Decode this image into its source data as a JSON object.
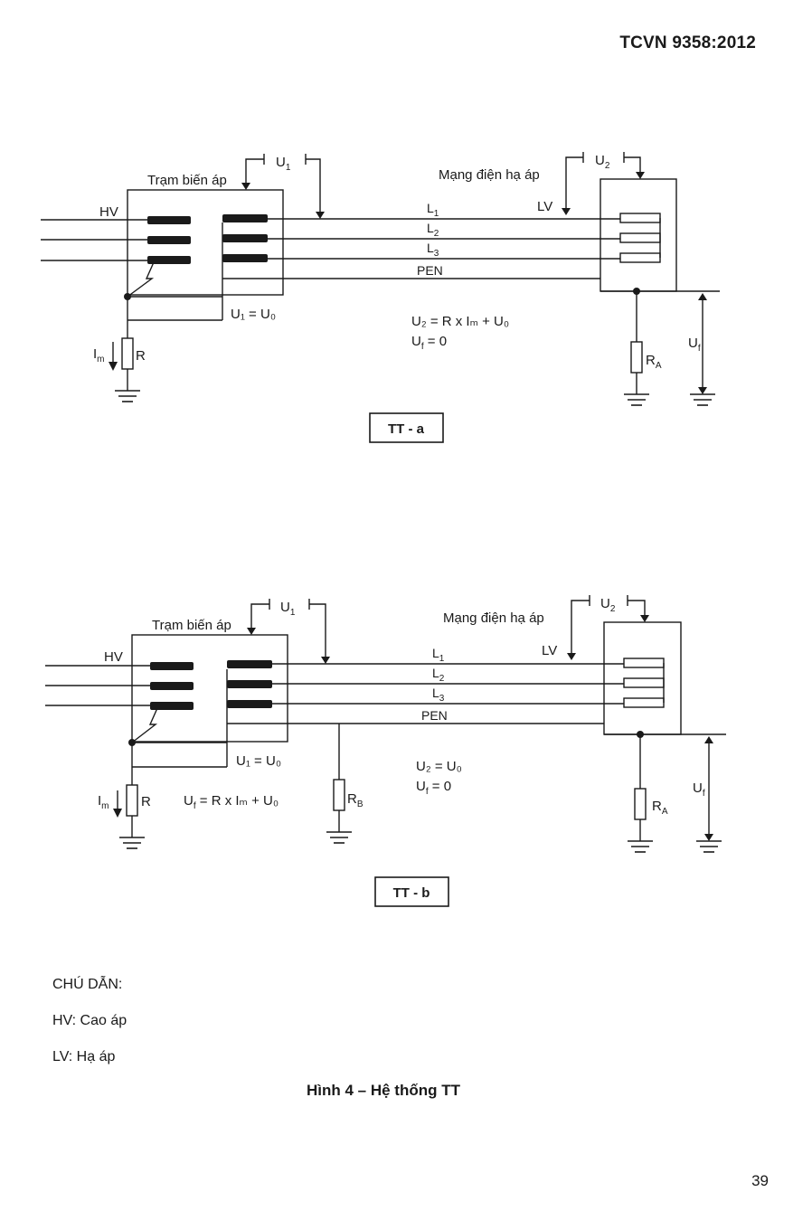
{
  "header": {
    "standard": "TCVN 9358:2012"
  },
  "diagram_a": {
    "substation": "Trạm biến áp",
    "network": "Mạng điện hạ áp",
    "hv": "HV",
    "lv": "LV",
    "u1": "U",
    "u1_sub": "1",
    "u2": "U",
    "u2_sub": "2",
    "l1": "L",
    "l1_sub": "1",
    "l2": "L",
    "l2_sub": "2",
    "l3": "L",
    "l3_sub": "3",
    "pen": "PEN",
    "u1_eq": "U₁ = U₀",
    "u2_eq": "U₂ = R x Iₘ + U₀",
    "uf_eq": "U",
    "uf_eq_sub": "f",
    "uf_eq_rest": " = 0",
    "im": "I",
    "im_sub": "m",
    "r": "R",
    "ra": "R",
    "ra_sub": "A",
    "uf": "U",
    "uf_sub": "f",
    "label": "TT - a"
  },
  "diagram_b": {
    "substation": "Trạm biến áp",
    "network": "Mạng điện hạ áp",
    "hv": "HV",
    "lv": "LV",
    "u1": "U",
    "u1_sub": "1",
    "u2": "U",
    "u2_sub": "2",
    "l1": "L",
    "l1_sub": "1",
    "l2": "L",
    "l2_sub": "2",
    "l3": "L",
    "l3_sub": "3",
    "pen": "PEN",
    "u1_eq": "U₁ = U₀",
    "uf_r_eq": "U",
    "uf_r_eq_sub": "f",
    "uf_r_eq_rest": " = R x Iₘ + U₀",
    "u2_eq": "U₂ =  U₀",
    "uf_eq": "U",
    "uf_eq_sub": "f",
    "uf_eq_rest": "  =  0",
    "im": "I",
    "im_sub": "m",
    "r": "R",
    "rb": "R",
    "rb_sub": "B",
    "ra": "R",
    "ra_sub": "A",
    "uf": "U",
    "uf_sub": "f",
    "label": "TT - b"
  },
  "legend": {
    "title": "CHÚ DẪN:",
    "hv": "HV: Cao áp",
    "lv": "LV: Hạ áp"
  },
  "caption": "Hình 4 – Hệ thống TT",
  "page_number": "39"
}
